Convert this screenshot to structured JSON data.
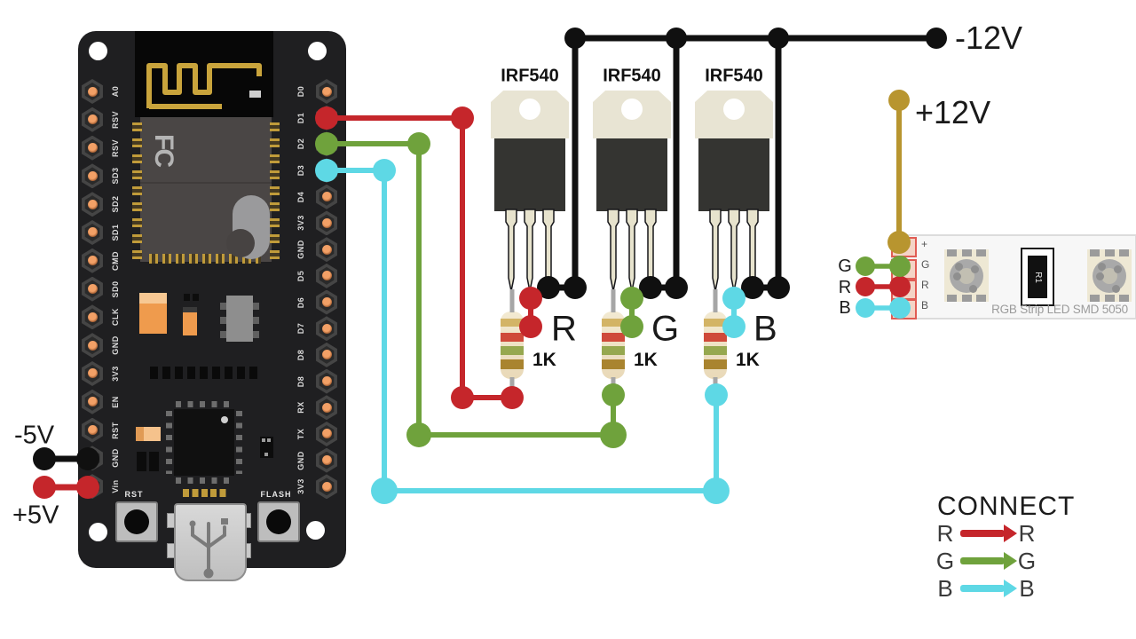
{
  "power": {
    "neg12": "-12V",
    "pos12": "+12V",
    "neg5": "-5V",
    "pos5": "+5V"
  },
  "board": {
    "left_pins": [
      "A0",
      "RSV",
      "RSV",
      "SD3",
      "SD2",
      "SD1",
      "CMD",
      "SD0",
      "CLK",
      "GND",
      "3V3",
      "EN",
      "RST",
      "GND",
      "Vin"
    ],
    "right_pins": [
      "D0",
      "D1",
      "D2",
      "D3",
      "D4",
      "3V3",
      "GND",
      "D5",
      "D6",
      "D7",
      "D8",
      "D8",
      "RX",
      "TX",
      "GND",
      "3V3"
    ],
    "buttons": {
      "rst": "RST",
      "flash": "FLASH"
    },
    "fcc_logo": "FC"
  },
  "mosfets": [
    {
      "name": "IRF540",
      "output": "R",
      "resistor": "1K"
    },
    {
      "name": "IRF540",
      "output": "G",
      "resistor": "1K"
    },
    {
      "name": "IRF540",
      "output": "B",
      "resistor": "1K"
    }
  ],
  "led_strip": {
    "pads": [
      "+",
      "G",
      "R",
      "B"
    ],
    "inputs": [
      "G",
      "R",
      "B"
    ],
    "caption": "RGB Strip LED SMD 5050",
    "resistor_ref": "R1"
  },
  "legend": {
    "title": "CONNECT",
    "rows": [
      {
        "from": "R",
        "to": "R",
        "color": "#c5262b"
      },
      {
        "from": "G",
        "to": "G",
        "color": "#6fa23c"
      },
      {
        "from": "B",
        "to": "B",
        "color": "#5ed8e5"
      }
    ]
  },
  "colors": {
    "red": "#c5262b",
    "green": "#6fa23c",
    "cyan": "#5ed8e5",
    "gold": "#b8952f",
    "black": "#101010"
  }
}
